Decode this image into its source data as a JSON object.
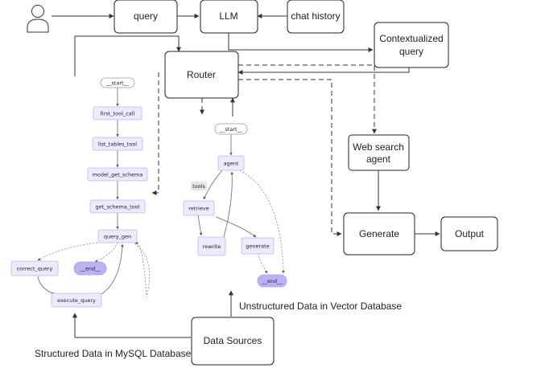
{
  "nodes": {
    "query": "query",
    "llm": "LLM",
    "chat_history": "chat history",
    "contextualized_query_1": "Contextualized",
    "contextualized_query_2": "query",
    "router": "Router",
    "web_search_1": "Web search",
    "web_search_2": "agent",
    "generate": "Generate",
    "output": "Output",
    "data_sources": "Data Sources"
  },
  "sql_graph": {
    "start": "__start__",
    "first_tool_call": "first_tool_call",
    "list_tables_tool": "list_tables_tool",
    "model_get_schema": "model_get_schema",
    "get_schema_tool": "get_schema_tool",
    "query_gen": "query_gen",
    "correct_query": "correct_query",
    "end": "__end__",
    "execute_query": "execute_query"
  },
  "rag_graph": {
    "start": "__start__",
    "agent": "agent",
    "tools": "tools",
    "retrieve": "retrieve",
    "rewrite": "rewrite",
    "generate": "generate",
    "end": "__end__"
  },
  "labels": {
    "structured": "Structured Data in MySQL Database",
    "unstructured": "Unstructured Data in Vector Database"
  },
  "icons": {
    "user": "user-icon"
  }
}
